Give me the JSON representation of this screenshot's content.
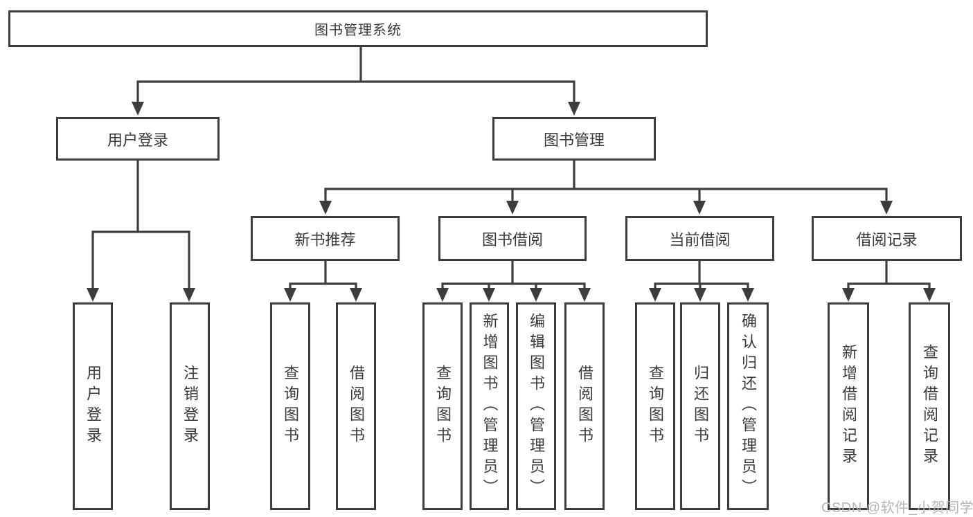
{
  "tree": {
    "root": {
      "label": "图书管理系统"
    },
    "children": [
      {
        "label": "用户登录",
        "children": [
          {
            "label": "用户登录"
          },
          {
            "label": "注销登录"
          }
        ]
      },
      {
        "label": "图书管理",
        "children": [
          {
            "label": "新书推荐",
            "children": [
              {
                "label": "查询图书"
              },
              {
                "label": "借阅图书"
              }
            ]
          },
          {
            "label": "图书借阅",
            "children": [
              {
                "label": "查询图书"
              },
              {
                "label": "新增图书（管理员）"
              },
              {
                "label": "编辑图书（管理员）"
              },
              {
                "label": "借阅图书"
              }
            ]
          },
          {
            "label": "当前借阅",
            "children": [
              {
                "label": "查询图书"
              },
              {
                "label": "归还图书"
              },
              {
                "label": "确认归还（管理员）"
              }
            ]
          },
          {
            "label": "借阅记录",
            "children": [
              {
                "label": "新增借阅记录"
              },
              {
                "label": "查询借阅记录"
              }
            ]
          }
        ]
      }
    ]
  },
  "watermark": "CSDN @软件_小贺同学",
  "colors": {
    "line": "#3d3d3d",
    "text": "#3a3a3a",
    "watermark": "#b5b5b5",
    "background": "#ffffff"
  }
}
